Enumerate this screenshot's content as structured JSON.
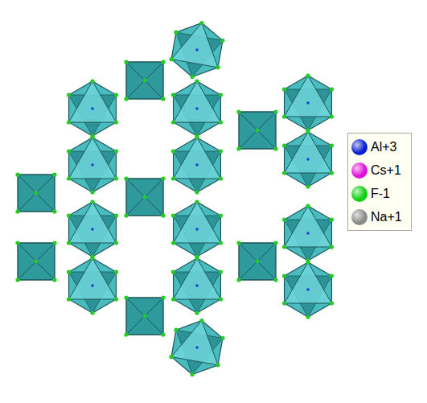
{
  "diagram": {
    "legend": [
      {
        "text": "Al+3",
        "color": "#0a1fd0"
      },
      {
        "text": "Cs+1",
        "color": "#e010d8"
      },
      {
        "text": "F-1",
        "color": "#10d010"
      },
      {
        "text": "Na+1",
        "color": "#8a8a8a"
      }
    ]
  }
}
